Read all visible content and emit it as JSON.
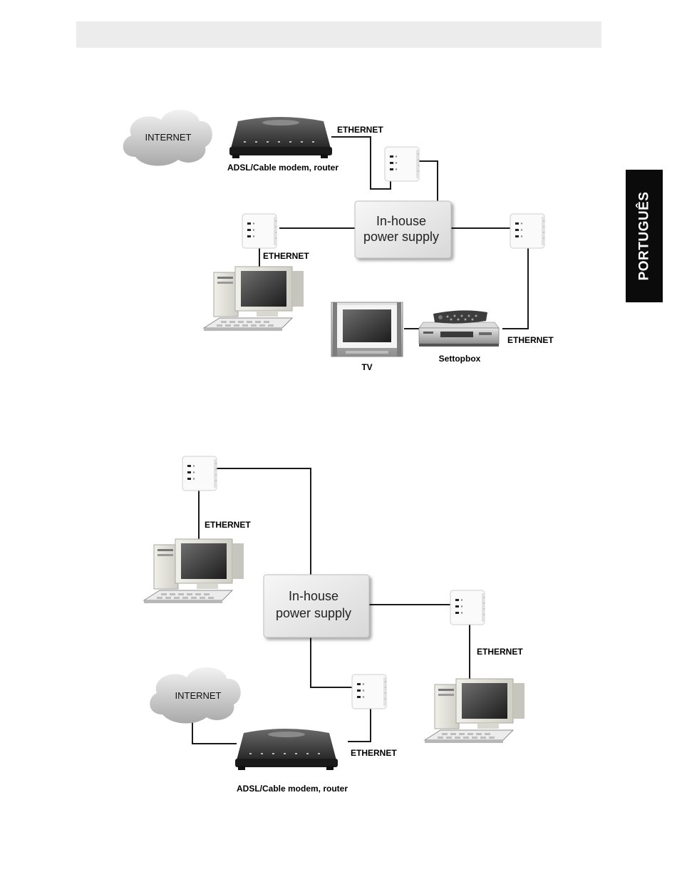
{
  "language_tab": "PORTUGUÊS",
  "diagram1": {
    "cloud_label": "INTERNET",
    "modem_label": "ADSL/Cable modem, router",
    "ethernet_modem": "ETHERNET",
    "power_supply_line1": "In-house",
    "power_supply_line2": "power supply",
    "ethernet_pc": "ETHERNET",
    "ethernet_stb": "ETHERNET",
    "tv_label": "TV",
    "settopbox_label": "Settopbox"
  },
  "diagram2": {
    "ethernet_pc1": "ETHERNET",
    "power_supply_line1": "In-house",
    "power_supply_line2": "power supply",
    "ethernet_pc2": "ETHERNET",
    "cloud_label": "INTERNET",
    "ethernet_modem": "ETHERNET",
    "modem_label": "ADSL/Cable modem, router"
  }
}
